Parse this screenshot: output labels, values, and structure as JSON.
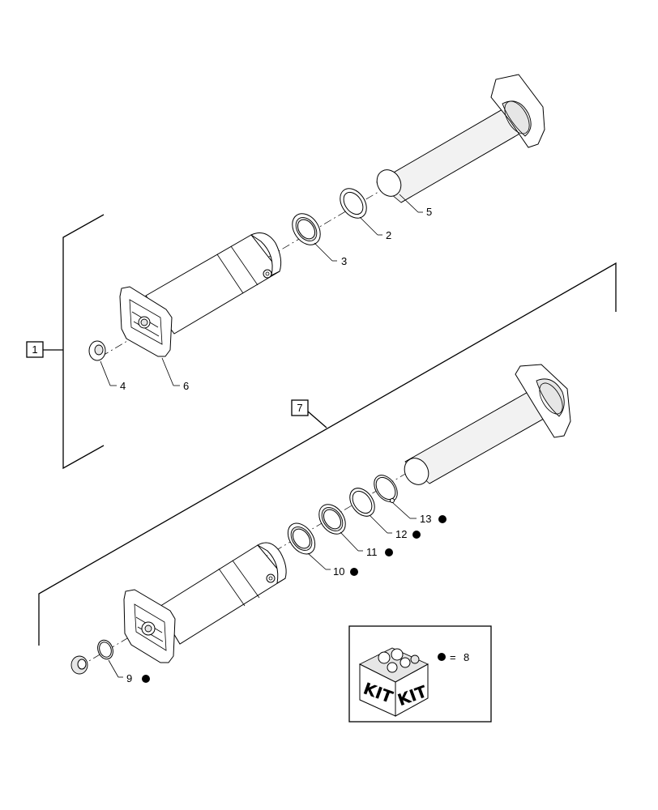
{
  "callouts": {
    "c1": "1",
    "c2": "2",
    "c3": "3",
    "c4": "4",
    "c5": "5",
    "c6": "6",
    "c7": "7",
    "c8": "8",
    "c9": "9",
    "c10": "10",
    "c11": "11",
    "c12": "12",
    "c13": "13"
  },
  "kit": {
    "word_left": "KIT",
    "word_right": "KIT",
    "equals": "=",
    "part": "8"
  }
}
